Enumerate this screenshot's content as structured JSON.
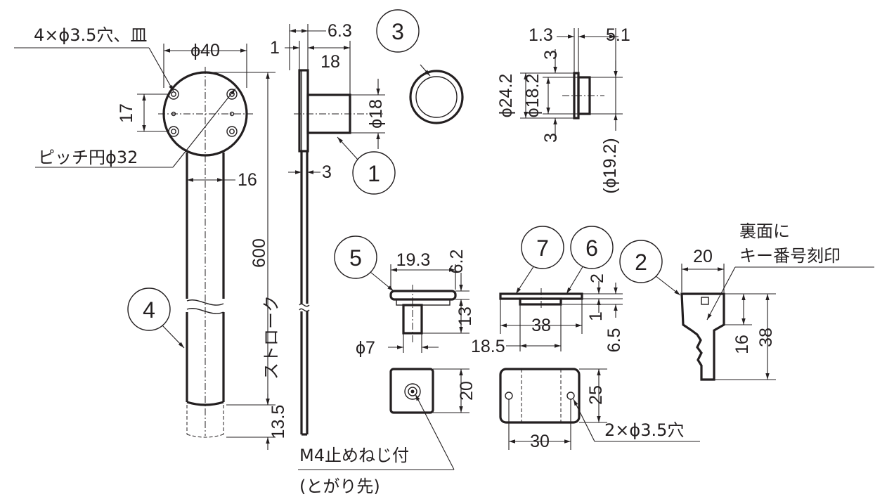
{
  "notes": {
    "holes": "4×ϕ3.5穴、皿",
    "pitch": "ピッチ円ϕ32",
    "stroke": "ストローク",
    "key_back_line1": "裏面に",
    "key_back_line2": "キー番号刻印",
    "set_screw_line1": "M4止めねじ付",
    "set_screw_line2": "(とがり先)",
    "holes2": "2×ϕ3.5穴"
  },
  "dims": {
    "d40": "ϕ40",
    "d17": "17",
    "d16_rod": "16",
    "d600": "600",
    "d13_5": "13.5",
    "d6_3": "6.3",
    "d1": "1",
    "d18": "18",
    "d18_dia": "ϕ18",
    "d3": "3",
    "d1_3": "1.3",
    "d5_1": "5.1",
    "d3_a": "3",
    "d24_2": "ϕ24.2",
    "d18_2": "ϕ18.2",
    "d3_b": "3",
    "d19_2": "(ϕ19.2)",
    "d19_3": "19.3",
    "d6_2": "6.2",
    "d13": "13",
    "d7": "ϕ7",
    "d18_5": "18.5",
    "d38": "38",
    "d2": "2",
    "d1_b": "1",
    "d6_5": "6.5",
    "d20_key": "20",
    "d16_key": "16",
    "d38_key": "38",
    "d20_block": "20",
    "d25": "25",
    "d30": "30"
  },
  "callouts": {
    "c1": "1",
    "c2": "2",
    "c3": "3",
    "c4": "4",
    "c5": "5",
    "c6": "6",
    "c7": "7"
  }
}
